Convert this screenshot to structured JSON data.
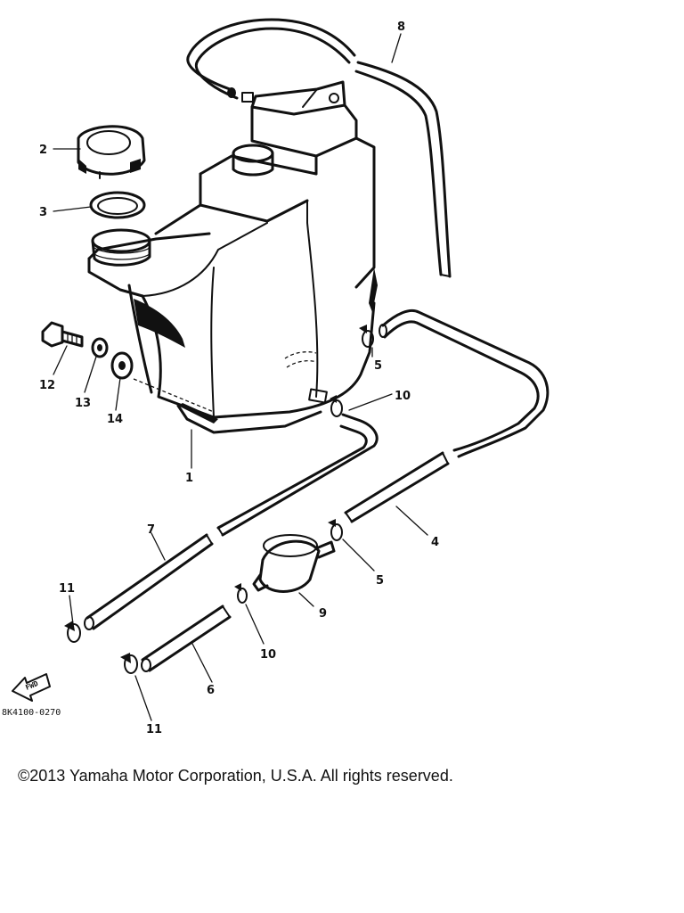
{
  "callouts": {
    "c1": "1",
    "c2": "2",
    "c3": "3",
    "c4": "4",
    "c5a": "5",
    "c5b": "5",
    "c6": "6",
    "c7": "7",
    "c8": "8",
    "c9": "9",
    "c10a": "10",
    "c10b": "10",
    "c11a": "11",
    "c11b": "11",
    "c12": "12",
    "c13": "13",
    "c14": "14"
  },
  "fwd_label": "FWD",
  "drawing_code": "8K4100-0270",
  "copyright": "©2013 Yamaha Motor Corporation, U.S.A. All rights reserved."
}
